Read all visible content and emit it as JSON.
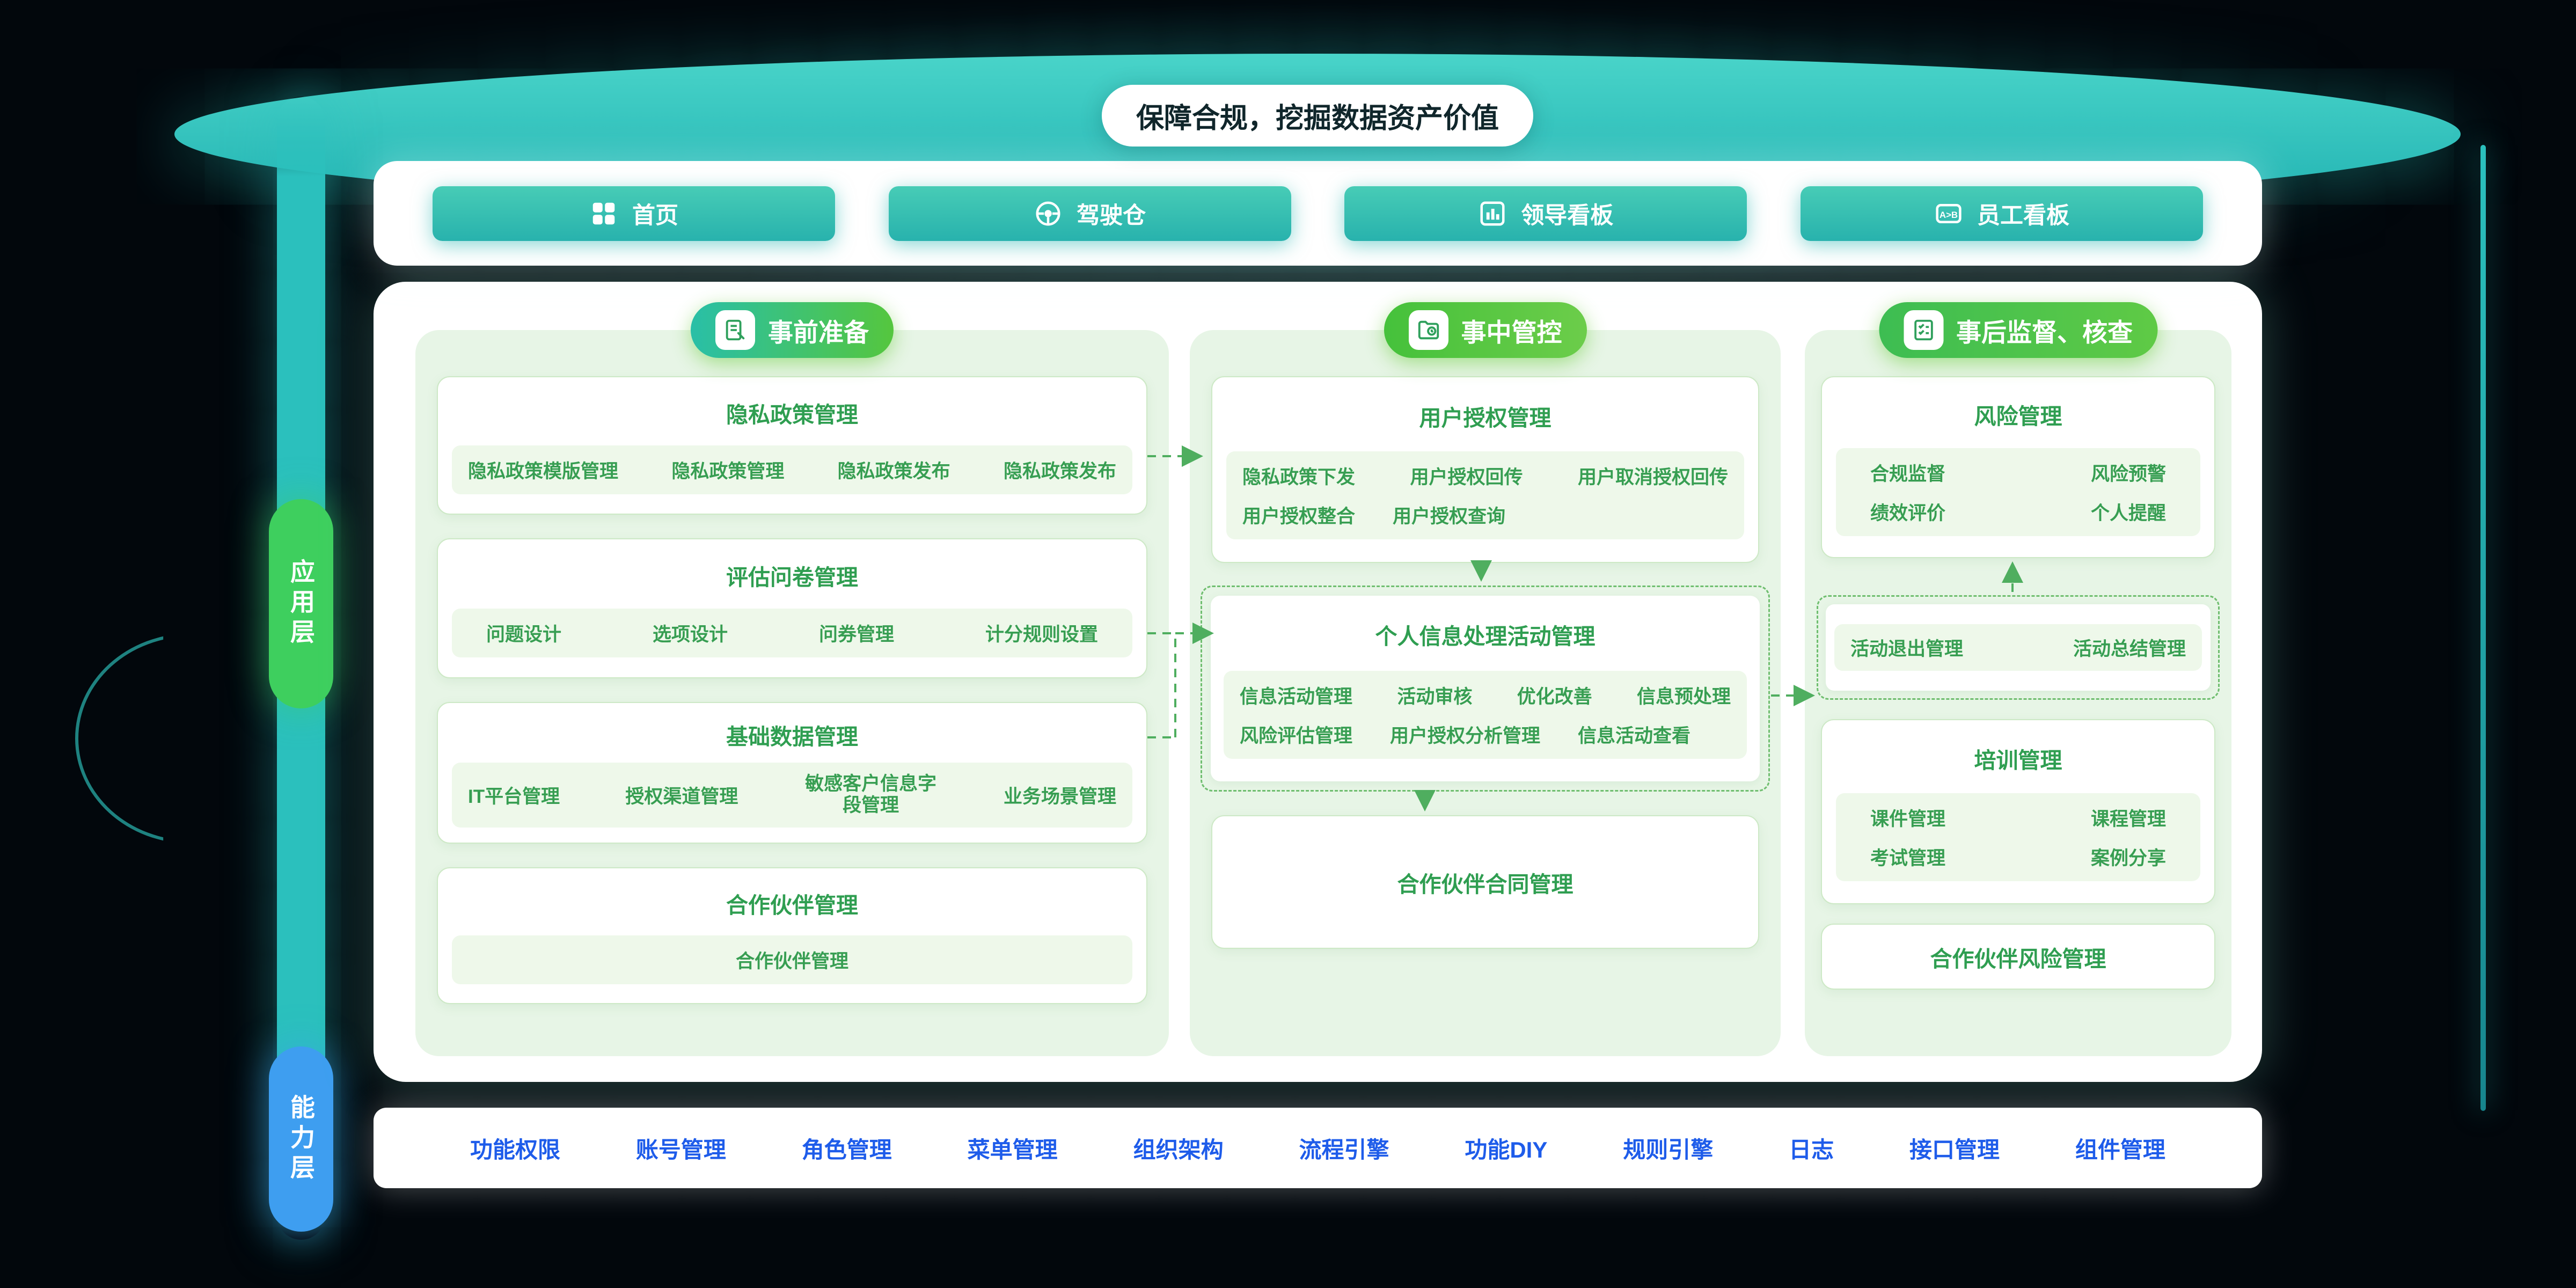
{
  "banner": {
    "title": "保障合规，挖掘数据资产价值"
  },
  "nav": {
    "items": [
      {
        "label": "首页",
        "icon": "grid-icon"
      },
      {
        "label": "驾驶仓",
        "icon": "steering-wheel-icon"
      },
      {
        "label": "领导看板",
        "icon": "bar-chart-icon"
      },
      {
        "label": "员工看板",
        "icon": "employee-board-icon"
      }
    ]
  },
  "layers": {
    "application": "应用层",
    "capability": "能力层"
  },
  "columns": [
    {
      "header": "事前准备",
      "icon": "clipboard-pen-icon",
      "cards": [
        {
          "title": "隐私政策管理",
          "items": [
            "隐私政策模版管理",
            "隐私政策管理",
            "隐私政策发布",
            "隐私政策发布"
          ]
        },
        {
          "title": "评估问卷管理",
          "items": [
            "问题设计",
            "选项设计",
            "问券管理",
            "计分规则设置"
          ]
        },
        {
          "title": "基础数据管理",
          "items": [
            "IT平台管理",
            "授权渠道管理",
            "敏感客户信息字段管理",
            "业务场景管理"
          ]
        },
        {
          "title": "合作伙伴管理",
          "items": [
            "合作伙伴管理"
          ]
        }
      ]
    },
    {
      "header": "事中管控",
      "icon": "folder-clock-icon",
      "cards": [
        {
          "title": "用户授权管理",
          "items": [
            "隐私政策下发",
            "用户授权回传",
            "用户取消授权回传",
            "用户授权整合",
            "用户授权查询"
          ]
        },
        {
          "title": "个人信息处理活动管理",
          "items": [
            "信息活动管理",
            "活动审核",
            "优化改善",
            "信息预处理",
            "风险评估管理",
            "用户授权分析管理",
            "信息活动查看"
          ]
        },
        {
          "title": "合作伙伴合同管理",
          "items": []
        }
      ]
    },
    {
      "header": "事后监督、核查",
      "icon": "checklist-icon",
      "cards": [
        {
          "title": "风险管理",
          "items": [
            "合规监督",
            "风险预警",
            "绩效评价",
            "个人提醒"
          ]
        },
        {
          "title": "",
          "items": [
            "活动退出管理",
            "活动总结管理"
          ]
        },
        {
          "title": "培训管理",
          "items": [
            "课件管理",
            "课程管理",
            "考试管理",
            "案例分享"
          ]
        },
        {
          "title": "合作伙伴风险管理",
          "items": []
        }
      ]
    }
  ],
  "bottom_bar": {
    "items": [
      "功能权限",
      "账号管理",
      "角色管理",
      "菜单管理",
      "组织架构",
      "流程引擎",
      "功能DIY",
      "规则引擎",
      "日志",
      "接口管理",
      "组件管理"
    ]
  },
  "colors": {
    "teal": "#2bbfb6",
    "green": "#52c41a",
    "text_green": "#2f9e51",
    "panel_green": "#e7f5e6",
    "link_blue": "#1e5cea",
    "layer_app_green": "#3ecf5e",
    "layer_cap_blue": "#3e9ef0"
  }
}
